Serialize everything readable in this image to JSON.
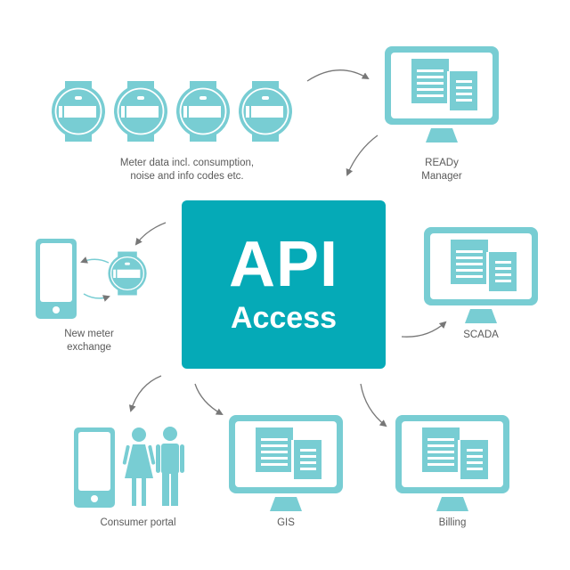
{
  "colors": {
    "icon": "#78cdd3",
    "accent": "#05aab7",
    "arrow": "#777777",
    "text": "#5a5a5a"
  },
  "center": {
    "title": "API",
    "subtitle": "Access"
  },
  "nodes": {
    "meters": {
      "label_line1": "Meter data incl. consumption,",
      "label_line2": "noise and info codes etc.",
      "count": 4
    },
    "ready_manager": {
      "label_line1": "READy",
      "label_line2": "Manager"
    },
    "new_meter": {
      "label_line1": "New meter",
      "label_line2": "exchange"
    },
    "scada": {
      "label": "SCADA"
    },
    "consumer_portal": {
      "label": "Consumer portal"
    },
    "gis": {
      "label": "GIS"
    },
    "billing": {
      "label": "Billing"
    }
  }
}
